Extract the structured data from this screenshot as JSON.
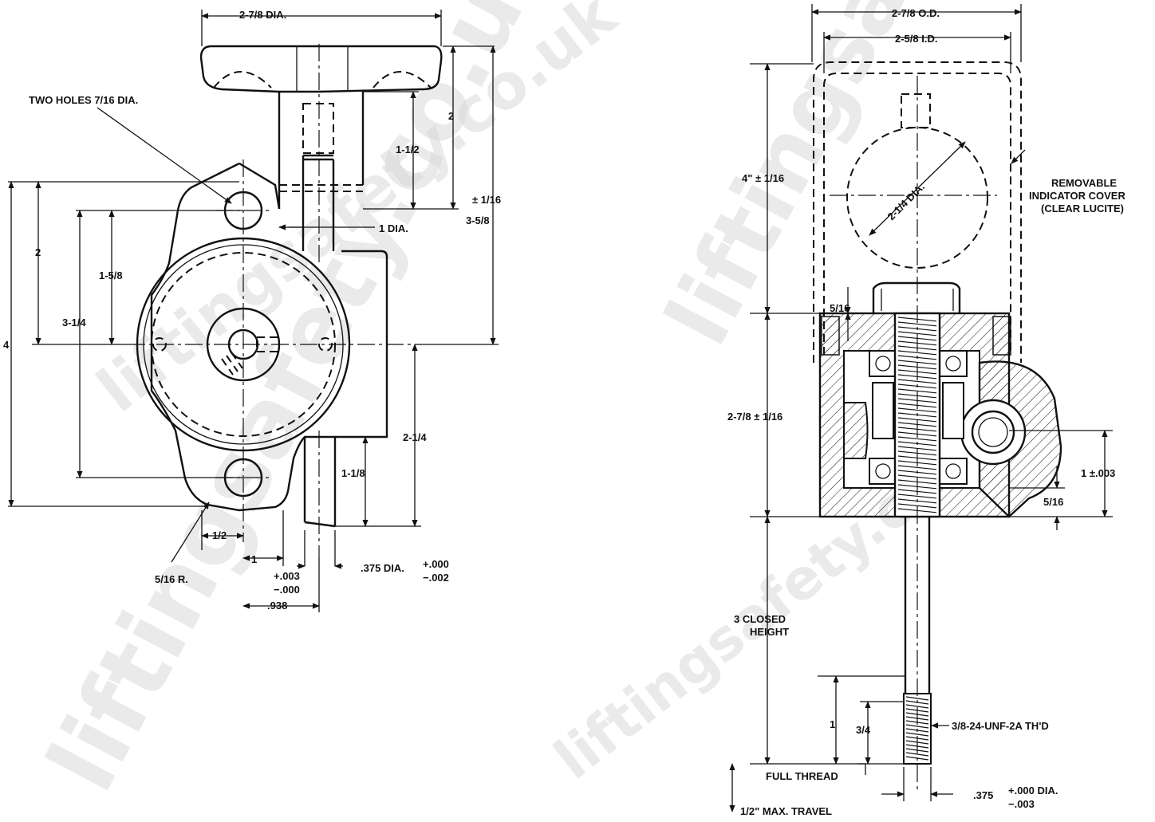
{
  "left_view": {
    "handle_dia": "2-7/8 DIA.",
    "two_holes": "TWO HOLES 7/16 DIA.",
    "dim_2_top": "2",
    "dim_1_1_2": "1-1/2",
    "tol_1_16": "± 1/16",
    "dim_3_5_8": "3-5/8",
    "dim_1_dia": "1 DIA.",
    "dim_2_left": "2",
    "dim_1_5_8": "1-5/8",
    "dim_3_1_4": "3-1/4",
    "dim_4": "4",
    "dim_2_1_4": "2-1/4",
    "dim_1_1_8": "1-1/8",
    "dim_1_2": "1/2",
    "dim_1": "1",
    "radius": "5/16 R.",
    "tol_plus_003": "+.003",
    "tol_minus_000": "−.000",
    "dim_938": ".938",
    "shaft_dia": ".375 DIA.",
    "shaft_tol_plus": "+.000",
    "shaft_tol_minus": "−.002"
  },
  "right_view": {
    "od": "2-7/8 O.D.",
    "id": "2-5/8 I.D.",
    "height_4": "4\" ± 1/16",
    "dial_dia": "2-1/4 DIA.",
    "cover_line1": "REMOVABLE",
    "cover_line2": "INDICATOR COVER",
    "cover_line3": "(CLEAR LUCITE)",
    "dim_5_16_top": "5/16",
    "dim_2_7_8": "2-7/8 ± 1/16",
    "dim_1_003": "1 ±.003",
    "dim_5_16_bottom": "5/16",
    "closed_line1": "3  CLOSED",
    "closed_line2": "HEIGHT",
    "dim_1": "1",
    "dim_3_4": "3/4",
    "thread": "3/8-24-UNF-2A TH'D",
    "full_thread": "FULL THREAD",
    "stem_dia": ".375",
    "stem_tol_plus": "+.000 DIA.",
    "stem_tol_minus": "−.003",
    "max_travel": "1/2\" MAX. TRAVEL"
  },
  "watermark": "liftingsafety.co.uk"
}
